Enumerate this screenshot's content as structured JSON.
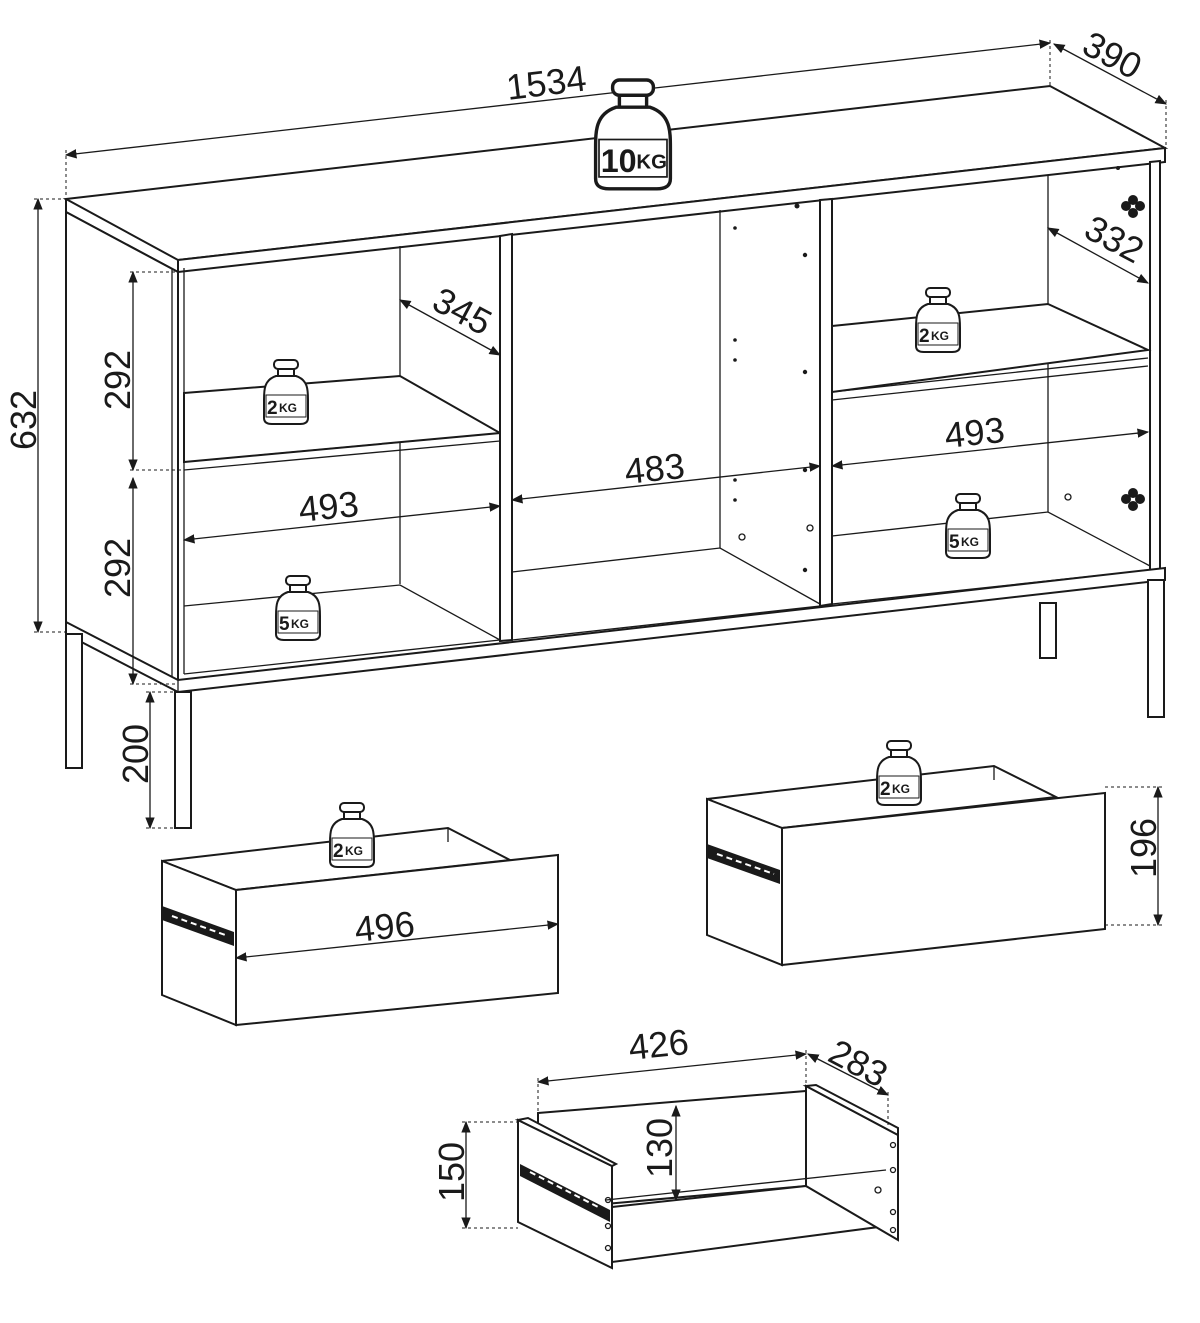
{
  "dimensions": {
    "overall_width": "1534",
    "depth": "390",
    "height": "632",
    "shelf_depth_left": "345",
    "shelf_depth_right": "332",
    "compartment_height_upper": "292",
    "compartment_height_lower": "292",
    "compartment_width_left": "493",
    "compartment_width_center": "483",
    "compartment_width_right": "493",
    "leg_height": "200",
    "drawer_front_width": "496",
    "drawer_front_height": "196",
    "drawer_box_width": "426",
    "drawer_box_depth": "283",
    "drawer_box_height": "150",
    "drawer_inner_height": "130"
  },
  "weights": {
    "top": {
      "number": "10",
      "unit": "KG"
    },
    "left_upper_shelf": {
      "number": "2",
      "unit": "KG"
    },
    "left_bottom": {
      "number": "5",
      "unit": "KG"
    },
    "right_upper_shelf": {
      "number": "2",
      "unit": "KG"
    },
    "right_bottom": {
      "number": "5",
      "unit": "KG"
    },
    "drawer_left": {
      "number": "2",
      "unit": "KG"
    },
    "drawer_right": {
      "number": "2",
      "unit": "KG"
    }
  }
}
